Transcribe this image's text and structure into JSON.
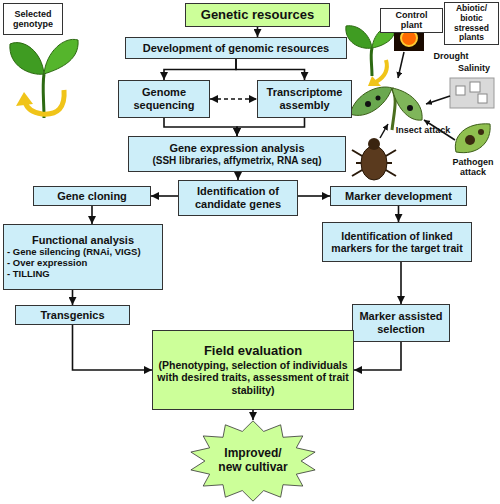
{
  "diagram": {
    "nodes": [
      {
        "text": [
          "Selected genotype"
        ]
      },
      {
        "text": [
          "Genetic resources"
        ]
      },
      {
        "text": [
          "Control plant"
        ]
      },
      {
        "text": [
          "Abiotic/ biotic stressed plants"
        ]
      },
      {
        "text": [
          "Development of genomic resources"
        ]
      },
      {
        "text": [
          "Genome sequencing"
        ]
      },
      {
        "text": [
          "Transcriptome assembly"
        ]
      },
      {
        "text": [
          "Gene expression analysis",
          "(SSH libraries, affymetrix, RNA seq)"
        ]
      },
      {
        "text": [
          "Identification of candidate genes"
        ]
      },
      {
        "text": [
          "Gene cloning"
        ]
      },
      {
        "text": [
          "Marker development"
        ]
      },
      {
        "text": [
          "Functional analysis",
          "- Gene silencing (RNAi, VIGS)",
          "- Over expression",
          "- TILLING"
        ]
      },
      {
        "text": [
          "Identification of linked markers for the target trait"
        ]
      },
      {
        "text": [
          "Transgenics"
        ]
      },
      {
        "text": [
          "Marker assisted selection"
        ]
      },
      {
        "text": [
          "Field evaluation",
          "(Phenotyping, selection of individuals with desired traits, assessment of trait stability)"
        ]
      },
      {
        "text": [
          "Improved/ new cultivar"
        ]
      }
    ],
    "edges": [
      {
        "from": 1,
        "to": 4,
        "arrow": "to"
      },
      {
        "from": 4,
        "to": 5,
        "arrow": "to"
      },
      {
        "from": 4,
        "to": 6,
        "arrow": "to"
      },
      {
        "from": 5,
        "to": 6,
        "arrow": "both"
      },
      {
        "from": 5,
        "to": 7,
        "arrow": "to"
      },
      {
        "from": 6,
        "to": 7,
        "arrow": "to"
      },
      {
        "from": 7,
        "to": 8,
        "arrow": "to"
      },
      {
        "from": 8,
        "to": 9,
        "arrow": "to"
      },
      {
        "from": 8,
        "to": 10,
        "arrow": "to"
      },
      {
        "from": 9,
        "to": 11,
        "arrow": "to"
      },
      {
        "from": 10,
        "to": 12,
        "arrow": "to"
      },
      {
        "from": 11,
        "to": 13,
        "arrow": "to"
      },
      {
        "from": 12,
        "to": 14,
        "arrow": "to"
      },
      {
        "from": 13,
        "to": 15,
        "arrow": "to"
      },
      {
        "from": 14,
        "to": 15,
        "arrow": "to"
      },
      {
        "from": 15,
        "to": 16,
        "arrow": "to"
      }
    ],
    "labels": [
      "Drought",
      "Salinity",
      "Pathogen attack",
      "Insect attack"
    ]
  }
}
